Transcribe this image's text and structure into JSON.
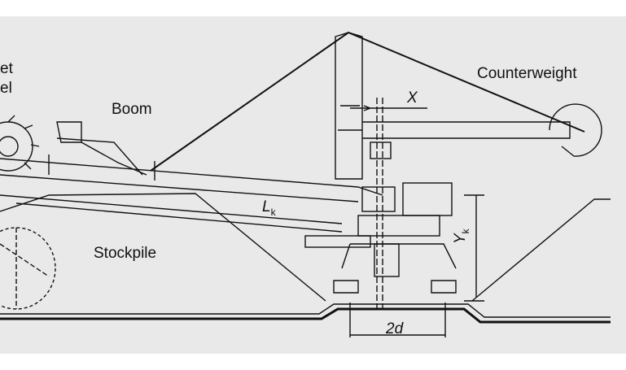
{
  "diagram": {
    "labels": {
      "bucket_wheel_line1": "et",
      "bucket_wheel_line2": "el",
      "boom": "Boom",
      "counterweight": "Counterweight",
      "stockpile": "Stockpile",
      "x_dim": "X",
      "lk_main": "L",
      "lk_sub": "k",
      "yk_main": "Y",
      "yk_sub": "k",
      "rail_gauge": "2d"
    },
    "colors": {
      "background": "#e9e9e9",
      "ink": "#111111"
    }
  }
}
